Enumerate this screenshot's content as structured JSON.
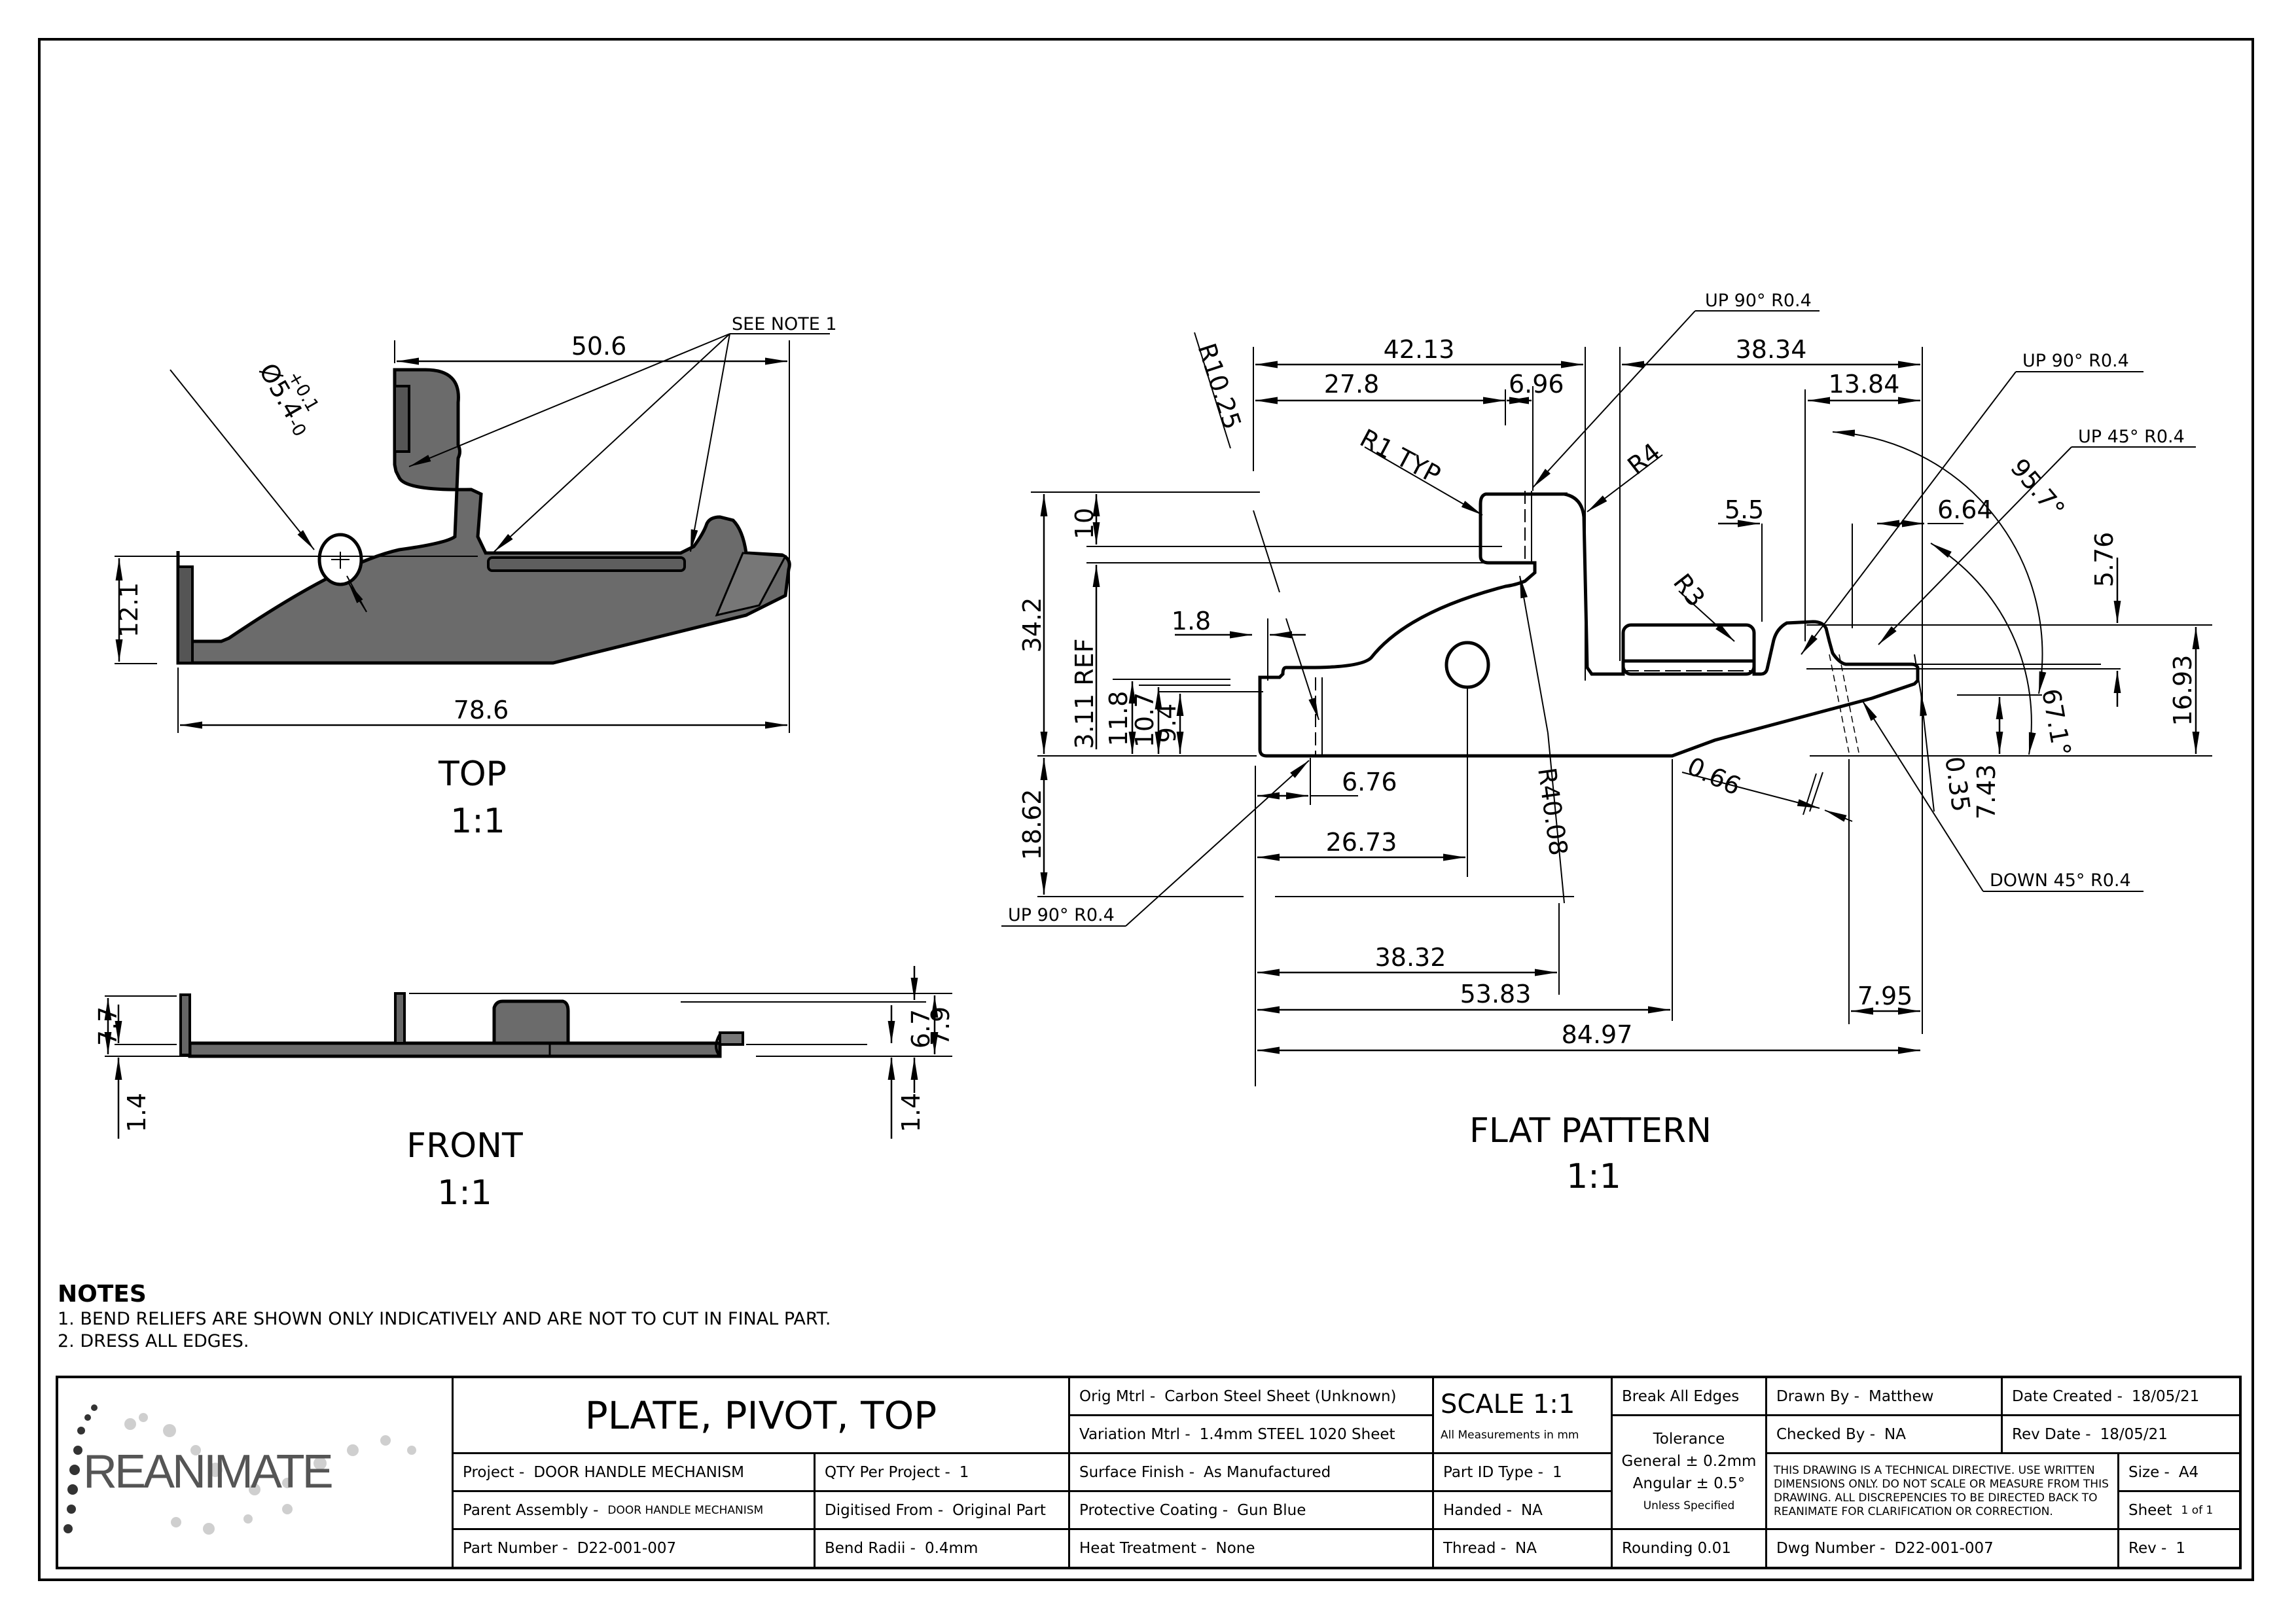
{
  "sheet": {
    "notes": {
      "heading": "NOTES",
      "items": [
        "1. BEND RELIEFS ARE SHOWN ONLY INDICATIVELY AND ARE NOT TO CUT IN FINAL PART.",
        "2. DRESS ALL EDGES."
      ]
    }
  },
  "views": {
    "top": {
      "label": "TOP",
      "scale": "1:1",
      "dims": {
        "width_top": "50.6",
        "width_overall": "78.6",
        "height": "12.1",
        "hole": "Ø5.4",
        "hole_tol_upper": "+0.1",
        "hole_tol_lower": "-0"
      },
      "callout": "SEE NOTE 1"
    },
    "front": {
      "label": "FRONT",
      "scale": "1:1",
      "dims": {
        "left_height": "7.7",
        "left_thick": "1.4",
        "right_thick": "1.4",
        "h_6_7": "6.7",
        "h_7_9": "7.9"
      }
    },
    "flat": {
      "label": "FLAT PATTERN",
      "scale": "1:1",
      "dims": {
        "d42_13": "42.13",
        "d38_34": "38.34",
        "d27_8": "27.8",
        "d6_96": "6.96",
        "d13_84": "13.84",
        "r10_25": "R10.25",
        "r1typ": "R1 TYP",
        "r4": "R4",
        "r3": "R3",
        "r40_08": "R40.08",
        "d10": "10",
        "d34_2": "34.2",
        "d3_11ref": "3.11 REF",
        "d1_8": "1.8",
        "d11_8": "11.8",
        "d10_7": "10.7",
        "d9_4": "9.4",
        "d5_5": "5.5",
        "d6_64": "6.64",
        "a95_7": "95.7°",
        "d5_76": "5.76",
        "d16_93": "16.93",
        "a67_1": "67.1°",
        "d0_35": "0.35",
        "d7_43": "7.43",
        "d0_66": "0.66",
        "d18_62": "18.62",
        "d6_76": "6.76",
        "d26_73": "26.73",
        "d38_32": "38.32",
        "d53_83": "53.83",
        "d84_97": "84.97",
        "d7_95": "7.95"
      },
      "callouts": {
        "up90_top": "UP 90° R0.4",
        "up90_right": "UP 90° R0.4",
        "up45": "UP 45° R0.4",
        "down45": "DOWN 45° R0.4",
        "up90_left": "UP 90° R0.4"
      }
    }
  },
  "title_block": {
    "logo_text": "REANIMATE",
    "part_title": "PLATE, PIVOT, TOP",
    "project": {
      "label": "Project -",
      "value": "DOOR HANDLE MECHANISM"
    },
    "parent_assembly": {
      "label": "Parent Assembly -",
      "value": "DOOR HANDLE MECHANISM"
    },
    "part_number": {
      "label": "Part Number -",
      "value": "D22-001-007"
    },
    "qty": {
      "label": "QTY Per Project -",
      "value": "1"
    },
    "digitised_from": {
      "label": "Digitised From -",
      "value": "Original Part"
    },
    "bend_radii": {
      "label": "Bend Radii -",
      "value": "0.4mm"
    },
    "orig_mtrl": {
      "label": "Orig Mtrl -",
      "value": "Carbon Steel Sheet (Unknown)"
    },
    "variation_mtrl": {
      "label": "Variation Mtrl -",
      "value": "1.4mm STEEL 1020 Sheet"
    },
    "surface_finish": {
      "label": "Surface Finish -",
      "value": "As Manufactured"
    },
    "protective_coating": {
      "label": "Protective Coating -",
      "value": "Gun Blue"
    },
    "heat_treatment": {
      "label": "Heat Treatment -",
      "value": "None"
    },
    "scale": "SCALE  1:1",
    "units": "All Measurements in mm",
    "part_id_type": {
      "label": "Part ID Type -",
      "value": "1"
    },
    "handed": {
      "label": "Handed -",
      "value": "NA"
    },
    "thread": {
      "label": "Thread -",
      "value": "NA"
    },
    "break_edges": "Break All Edges",
    "tolerance": {
      "heading": "Tolerance",
      "general": "General  ± 0.2mm",
      "angular": "Angular  ± 0.5°",
      "note": "Unless Specified"
    },
    "rounding": "Rounding 0.01",
    "drawn_by": {
      "label": "Drawn By -",
      "value": "Matthew"
    },
    "checked_by": {
      "label": "Checked By -",
      "value": "NA"
    },
    "date_created": {
      "label": "Date Created -",
      "value": "18/05/21"
    },
    "rev_date": {
      "label": "Rev Date -",
      "value": "18/05/21"
    },
    "notice": "THIS DRAWING IS A TECHNICAL DIRECTIVE. USE WRITTEN DIMENSIONS ONLY. DO NOT SCALE OR MEASURE FROM THIS DRAWING. ALL DISCREPENCIES TO BE DIRECTED BACK TO REANIMATE FOR CLARIFICATION OR CORRECTION.",
    "size": {
      "label": "Size -",
      "value": "A4"
    },
    "sheet": {
      "label": "Sheet",
      "value": "1 of 1"
    },
    "dwg_number": {
      "label": "Dwg Number -",
      "value": "D22-001-007"
    },
    "rev": {
      "label": "Rev -",
      "value": "1"
    }
  },
  "colors": {
    "part_fill": "#6b6b6b",
    "line": "#000000",
    "paper": "#ffffff"
  }
}
